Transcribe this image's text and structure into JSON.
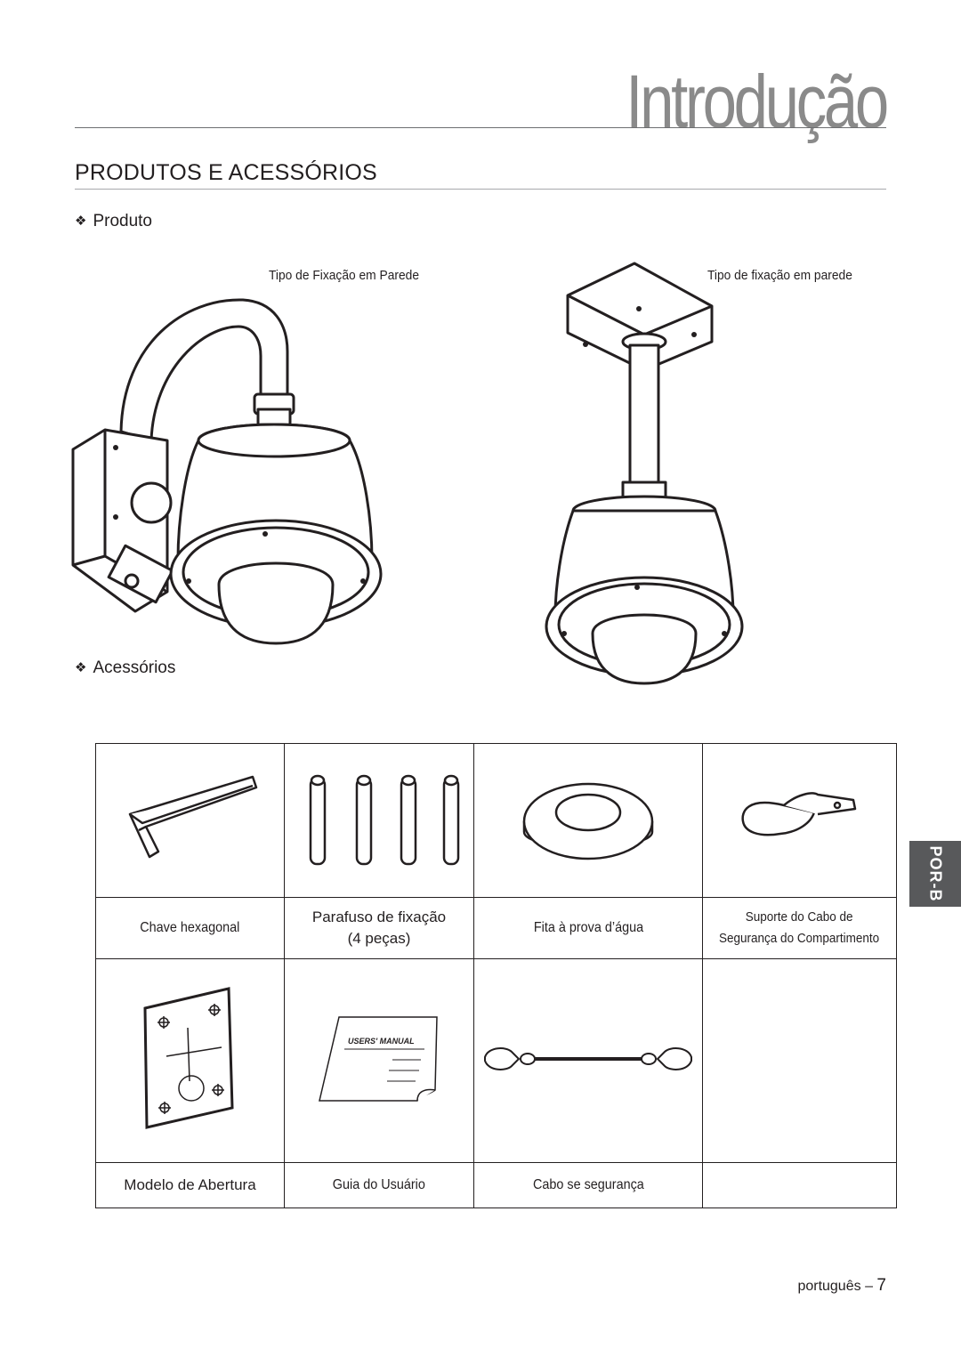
{
  "chapter_title": "Introdução",
  "section_title": "PRODUTOS E ACESSÓRIOS",
  "product": {
    "bullet": "❖",
    "heading": "Produto",
    "caption_left": "Tipo de Fixação em Parede",
    "caption_right": "Tipo de fixação em parede"
  },
  "accessories": {
    "bullet": "❖",
    "heading": "Acessórios",
    "row1": [
      {
        "label": "Chave hexagonal",
        "label2": ""
      },
      {
        "label": "Parafuso de fixação",
        "label2": "(4 peças)"
      },
      {
        "label": "Fita à prova d’água",
        "label2": ""
      },
      {
        "label": "Suporte do Cabo de",
        "label2": "Segurança do Compartimento"
      }
    ],
    "row2": [
      {
        "label": "Modelo de Abertura"
      },
      {
        "label": "Guia do Usuário"
      },
      {
        "label": "Cabo se segurança"
      },
      {
        "label": ""
      }
    ],
    "manual_cover_text": "USERS' MANUAL"
  },
  "side_tab": "POR-B",
  "footer": {
    "language": "português",
    "separator": "–",
    "page_number": "7"
  }
}
